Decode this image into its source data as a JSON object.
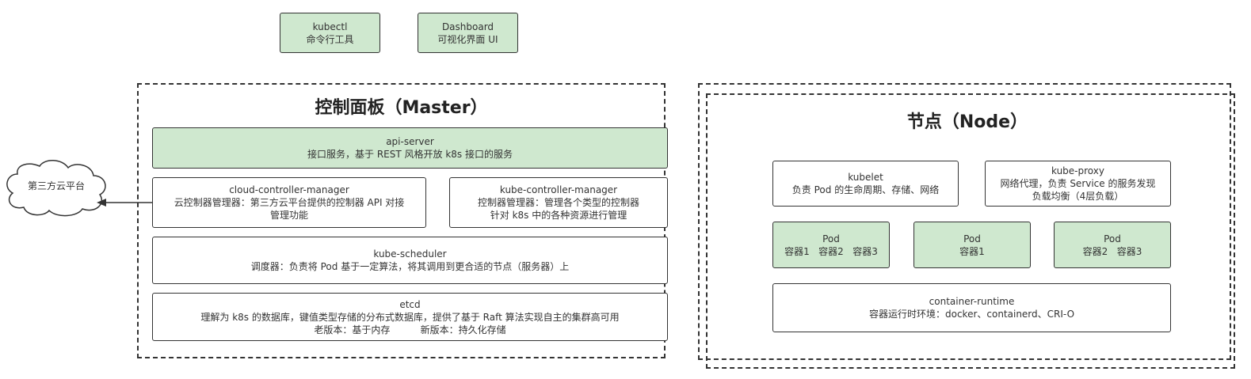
{
  "top_tools": {
    "kubectl": {
      "name": "kubectl",
      "desc": "命令行工具"
    },
    "dashboard": {
      "name": "Dashboard",
      "desc": "可视化界面 UI"
    }
  },
  "master": {
    "title": "控制面板（Master）",
    "api_server": {
      "name": "api-server",
      "desc": "接口服务，基于 REST 风格开放 k8s 接口的服务"
    },
    "ccm": {
      "name": "cloud-controller-manager",
      "desc1": "云控制器管理器：第三方云平台提供的控制器 API 对接",
      "desc2": "管理功能"
    },
    "kcm": {
      "name": "kube-controller-manager",
      "desc1": "控制器管理器：管理各个类型的控制器",
      "desc2": "针对 k8s 中的各种资源进行管理"
    },
    "scheduler": {
      "name": "kube-scheduler",
      "desc": "调度器：负责将 Pod 基于一定算法，将其调用到更合适的节点（服务器）上"
    },
    "etcd": {
      "name": "etcd",
      "desc1": "理解为 k8s 的数据库，键值类型存储的分布式数据库，提供了基于 Raft 算法实现自主的集群高可用",
      "desc2": "老版本：基于内存          新版本：持久化存储"
    }
  },
  "cloud": {
    "label": "第三方云平台"
  },
  "node": {
    "title": "节点（Node）",
    "kubelet": {
      "name": "kubelet",
      "desc": "负责 Pod 的生命周期、存储、网络"
    },
    "kube_proxy": {
      "name": "kube-proxy",
      "desc1": "网络代理，负责 Service 的服务发现",
      "desc2": "负载均衡（4层负载）"
    },
    "pods": [
      {
        "name": "Pod",
        "desc": "容器1   容器2   容器3"
      },
      {
        "name": "Pod",
        "desc": "容器1"
      },
      {
        "name": "Pod",
        "desc": "容器2   容器3"
      }
    ],
    "runtime": {
      "name": "container-runtime",
      "desc": "容器运行时环境：docker、containerd、CRI-O"
    }
  },
  "colors": {
    "green": "#cfe8cf",
    "border": "#333333"
  }
}
